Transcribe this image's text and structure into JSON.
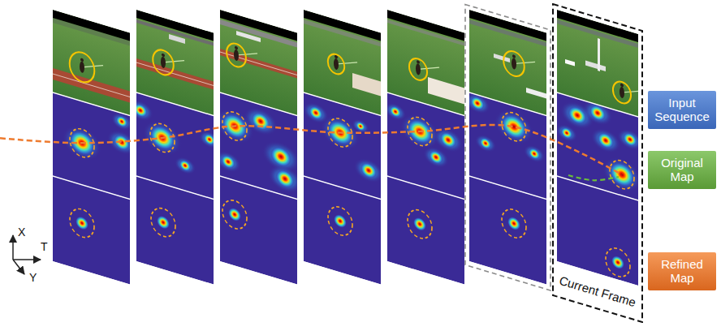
{
  "diagram": {
    "nodes": [
      {
        "text": [
          "Input Sequence"
        ]
      },
      {
        "text": [
          "Original Map"
        ]
      },
      {
        "text": [
          "Refined Map"
        ]
      },
      {
        "text": [
          "Current Frame"
        ]
      }
    ],
    "labels": [
      "X",
      "T",
      "Y"
    ]
  }
}
